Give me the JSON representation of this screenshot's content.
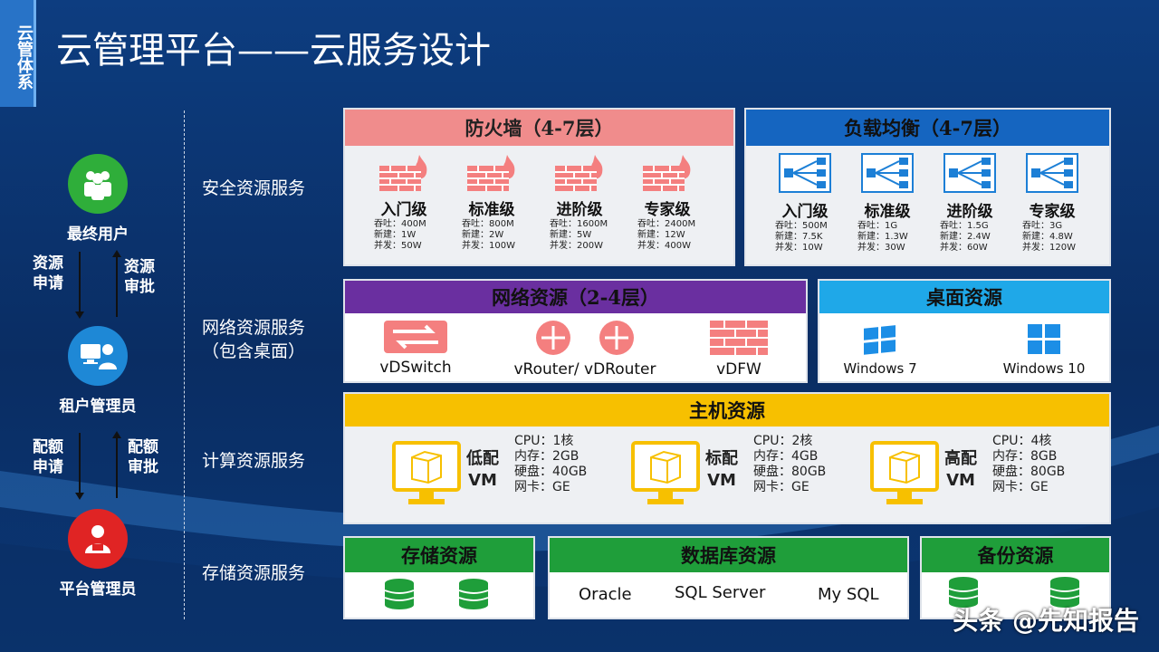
{
  "header": {
    "side_tab": "云管体系",
    "title": "云管理平台——云服务设计"
  },
  "roles": [
    {
      "label": "最终用户",
      "color": "#2fae3a"
    },
    {
      "label": "租户管理员",
      "color": "#1e88d6"
    },
    {
      "label": "平台管理员",
      "color": "#e02424"
    }
  ],
  "flows": {
    "req1": "资源\n申请",
    "appr1": "资源\n审批",
    "req2": "配额\n申请",
    "appr2": "配额\n审批"
  },
  "services": {
    "security": "安全资源服务",
    "network": "网络资源服务\n（包含桌面）",
    "compute": "计算资源服务",
    "storage": "存储资源服务"
  },
  "firewall": {
    "title": "防火墙（4-7层）",
    "color": "#f08c8c",
    "tiers": [
      {
        "name": "入门级",
        "spec": [
          "吞吐：400M",
          "新建：1W",
          "并发：50W"
        ]
      },
      {
        "name": "标准级",
        "spec": [
          "吞吐：800M",
          "新建：2W",
          "并发：100W"
        ]
      },
      {
        "name": "进阶级",
        "spec": [
          "吞吐：1600M",
          "新建：5W",
          "并发：200W"
        ]
      },
      {
        "name": "专家级",
        "spec": [
          "吞吐：2400M",
          "新建：12W",
          "并发：400W"
        ]
      }
    ]
  },
  "loadbalancer": {
    "title": "负载均衡（4-7层）",
    "color": "#1565c0",
    "tiers": [
      {
        "name": "入门级",
        "spec": [
          "吞吐：500M",
          "新建：7.5K",
          "并发：10W"
        ]
      },
      {
        "name": "标准级",
        "spec": [
          "吞吐：1G",
          "新建：1.3W",
          "并发：30W"
        ]
      },
      {
        "name": "进阶级",
        "spec": [
          "吞吐：1.5G",
          "新建：2.4W",
          "并发：60W"
        ]
      },
      {
        "name": "专家级",
        "spec": [
          "吞吐：3G",
          "新建：4.8W",
          "并发：120W"
        ]
      }
    ]
  },
  "network": {
    "title": "网络资源（2-4层）",
    "color": "#6a2fa0",
    "items": [
      "vDSwitch",
      "vRouter/ vDRouter",
      "vDFW"
    ]
  },
  "desktop": {
    "title": "桌面资源",
    "color": "#1fa8e8",
    "items": [
      "Windows 7",
      "Windows 10"
    ]
  },
  "host": {
    "title": "主机资源",
    "color": "#f7c000",
    "vms": [
      {
        "label": "低配\nVM",
        "spec": [
          "CPU：1核",
          "内存：2GB",
          "硬盘：40GB",
          "网卡：GE"
        ]
      },
      {
        "label": "标配\nVM",
        "spec": [
          "CPU：2核",
          "内存：4GB",
          "硬盘：80GB",
          "网卡：GE"
        ]
      },
      {
        "label": "高配\nVM",
        "spec": [
          "CPU：4核",
          "内存：8GB",
          "硬盘：80GB",
          "网卡：GE"
        ]
      }
    ]
  },
  "storage": {
    "title": "存储资源",
    "color": "#1f9e3a"
  },
  "database": {
    "title": "数据库资源",
    "color": "#1f9e3a",
    "items": [
      "Oracle",
      "SQL Server",
      "My SQL"
    ]
  },
  "backup": {
    "title": "备份资源",
    "color": "#1f9e3a"
  },
  "watermark": "头条 @先知报告"
}
